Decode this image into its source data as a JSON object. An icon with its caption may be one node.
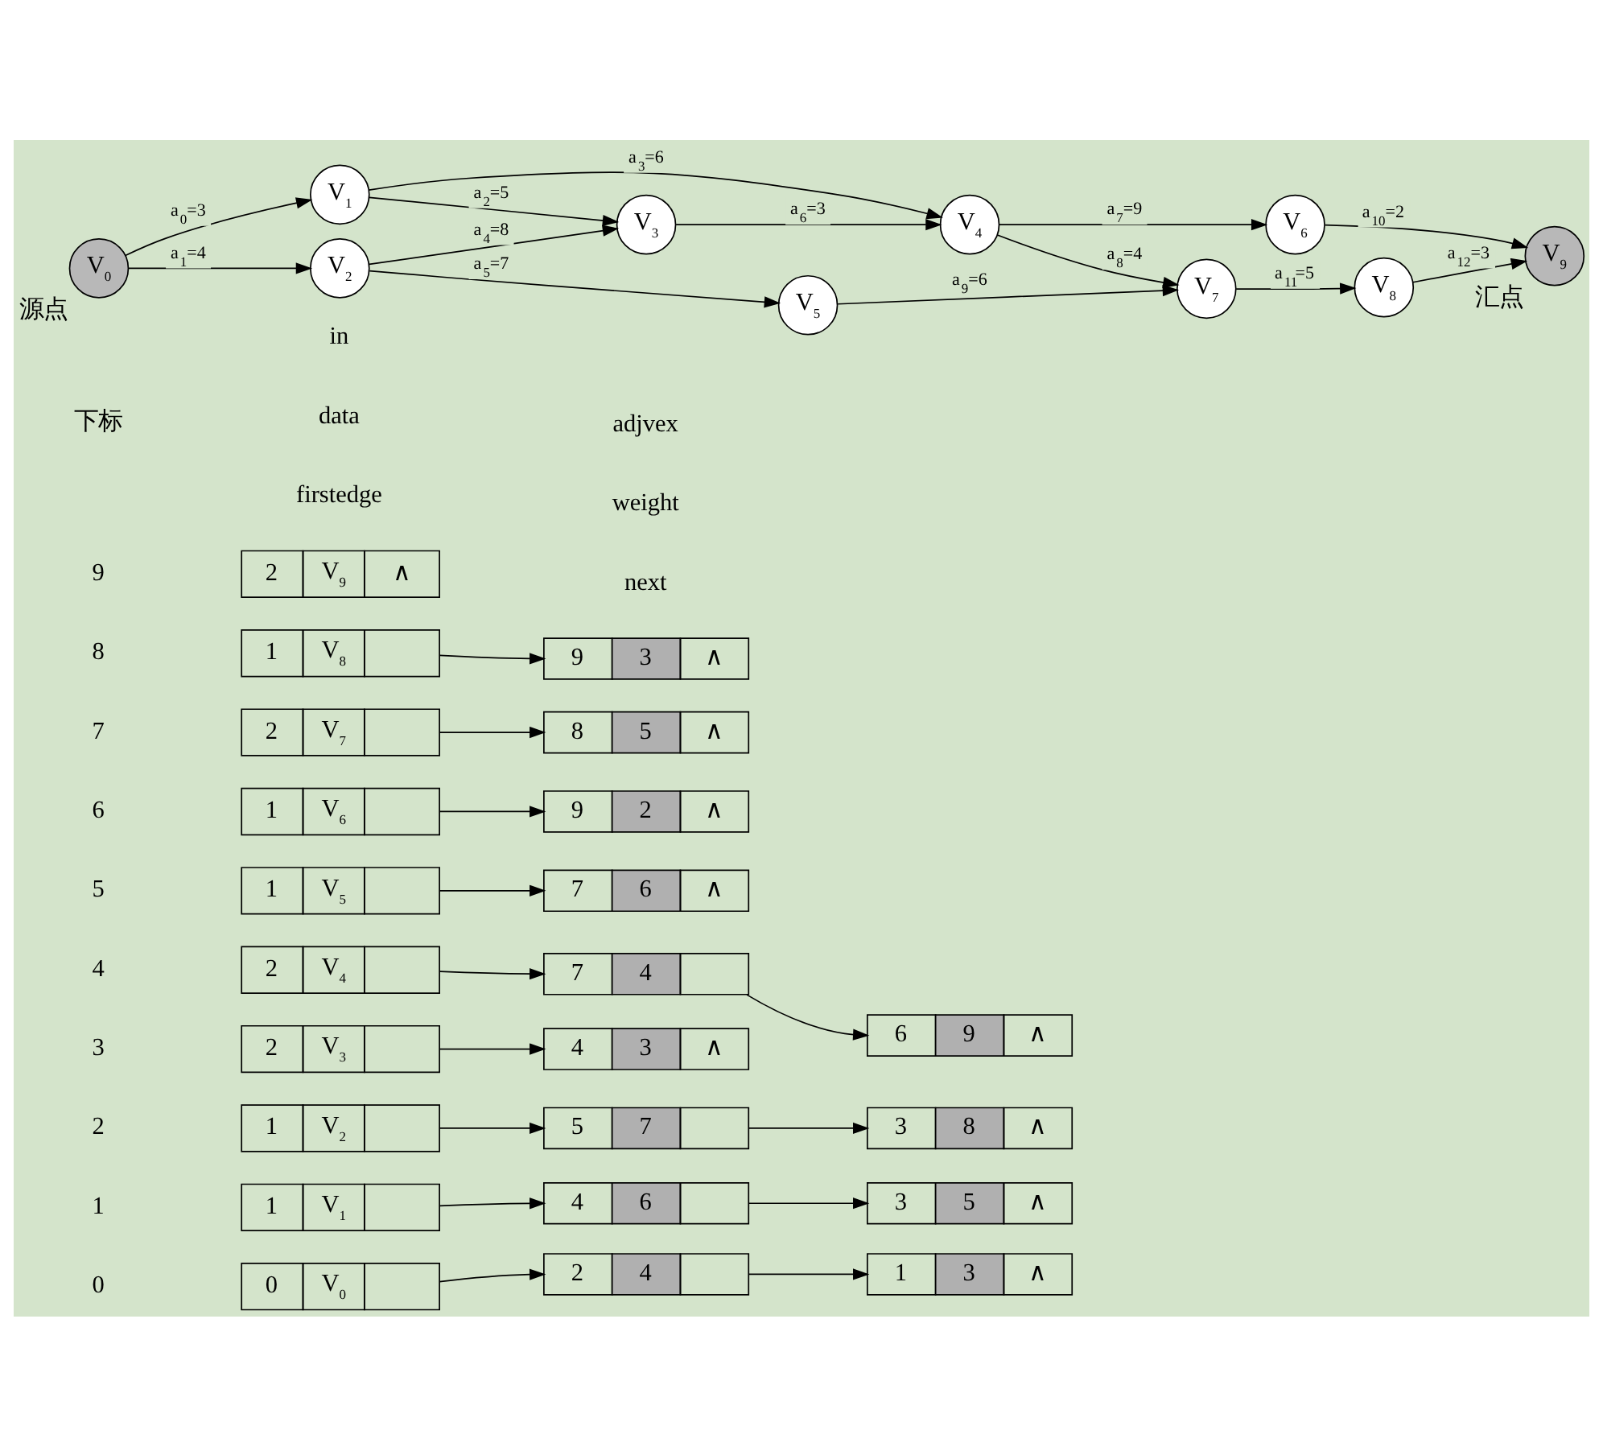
{
  "diagram": {
    "nodes": [
      {
        "text": [
          "V$_{0}$"
        ],
        "beside": [
          "源点"
        ]
      },
      {
        "text": [
          "V$_{1}$"
        ]
      },
      {
        "text": [
          "V$_{2}$"
        ]
      },
      {
        "text": [
          "V$_{3}$"
        ]
      },
      {
        "text": [
          "V$_{4}$"
        ]
      },
      {
        "text": [
          "V$_{5}$"
        ]
      },
      {
        "text": [
          "V$_{6}$"
        ]
      },
      {
        "text": [
          "V$_{7}$"
        ]
      },
      {
        "text": [
          "V$_{8}$"
        ]
      },
      {
        "text": [
          "V$_{9}$"
        ],
        "beside": [
          "汇点"
        ]
      },
      {
        "text": [
          "0",
          "V$_{0}$"
        ]
      },
      {
        "text": [
          "1",
          "V$_{1}$"
        ]
      },
      {
        "text": [
          "1",
          "V$_{2}$"
        ]
      },
      {
        "text": [
          "2",
          "V$_{3}$"
        ]
      },
      {
        "text": [
          "2",
          "V$_{4}$"
        ]
      },
      {
        "text": [
          "1",
          "V$_{5}$"
        ]
      },
      {
        "text": [
          "1",
          "V$_{6}$"
        ]
      },
      {
        "text": [
          "2",
          "V$_{7}$"
        ]
      },
      {
        "text": [
          "1",
          "V$_{8}$"
        ]
      },
      {
        "text": [
          "2",
          "V$_{9}$",
          "∧"
        ]
      },
      {
        "text": [
          "2",
          "4"
        ]
      },
      {
        "text": [
          "1",
          "3",
          "∧"
        ]
      },
      {
        "text": [
          "4",
          "6"
        ]
      },
      {
        "text": [
          "3",
          "5",
          "∧"
        ]
      },
      {
        "text": [
          "5",
          "7"
        ]
      },
      {
        "text": [
          "3",
          "8",
          "∧"
        ]
      },
      {
        "text": [
          "4",
          "3",
          "∧"
        ]
      },
      {
        "text": [
          "7",
          "4"
        ]
      },
      {
        "text": [
          "6",
          "9",
          "∧"
        ]
      },
      {
        "text": [
          "7",
          "6",
          "∧"
        ]
      },
      {
        "text": [
          "9",
          "2",
          "∧"
        ]
      },
      {
        "text": [
          "8",
          "5",
          "∧"
        ]
      },
      {
        "text": [
          "9",
          "3",
          "∧"
        ]
      }
    ],
    "edges": [
      {
        "from": 0,
        "to": 1,
        "arrow": "to",
        "label": "a$_{0}$=3"
      },
      {
        "from": 0,
        "to": 2,
        "arrow": "to",
        "label": "a$_{1}$=4"
      },
      {
        "from": 1,
        "to": 3,
        "arrow": "to",
        "label": "a$_{2}$=5"
      },
      {
        "from": 1,
        "to": 4,
        "arrow": "to",
        "label": "a$_{3}$=6"
      },
      {
        "from": 2,
        "to": 3,
        "arrow": "to",
        "label": "a$_{4}$=8"
      },
      {
        "from": 2,
        "to": 5,
        "arrow": "to",
        "label": "a$_{5}$=7"
      },
      {
        "from": 3,
        "to": 4,
        "arrow": "to",
        "label": "a$_{6}$=3"
      },
      {
        "from": 4,
        "to": 6,
        "arrow": "to",
        "label": "a$_{7}$=9"
      },
      {
        "from": 4,
        "to": 7,
        "arrow": "to",
        "label": "a$_{8}$=4"
      },
      {
        "from": 5,
        "to": 7,
        "arrow": "to",
        "label": "a$_{9}$=6"
      },
      {
        "from": 6,
        "to": 9,
        "arrow": "to",
        "label": "a$_{10}$=2"
      },
      {
        "from": 7,
        "to": 8,
        "arrow": "to",
        "label": "a$_{11}$=5"
      },
      {
        "from": 8,
        "to": 9,
        "arrow": "to",
        "label": "a$_{12}$=3"
      },
      {
        "from": 10,
        "to": 20,
        "arrow": "to"
      },
      {
        "from": 20,
        "to": 21,
        "arrow": "to"
      },
      {
        "from": 11,
        "to": 22,
        "arrow": "to"
      },
      {
        "from": 22,
        "to": 23,
        "arrow": "to"
      },
      {
        "from": 12,
        "to": 24,
        "arrow": "to"
      },
      {
        "from": 24,
        "to": 25,
        "arrow": "to"
      },
      {
        "from": 13,
        "to": 26,
        "arrow": "to"
      },
      {
        "from": 14,
        "to": 27,
        "arrow": "to"
      },
      {
        "from": 27,
        "to": 28,
        "arrow": "to"
      },
      {
        "from": 15,
        "to": 29,
        "arrow": "to"
      },
      {
        "from": 16,
        "to": 30,
        "arrow": "to"
      },
      {
        "from": 17,
        "to": 31,
        "arrow": "to"
      },
      {
        "from": 18,
        "to": 32,
        "arrow": "to"
      }
    ],
    "labels": [
      "下标",
      "in",
      "data",
      "firstedge",
      "adjvex",
      "weight",
      "next",
      "0",
      "1",
      "2",
      "3",
      "4",
      "5",
      "6",
      "7",
      "8",
      "9"
    ]
  }
}
